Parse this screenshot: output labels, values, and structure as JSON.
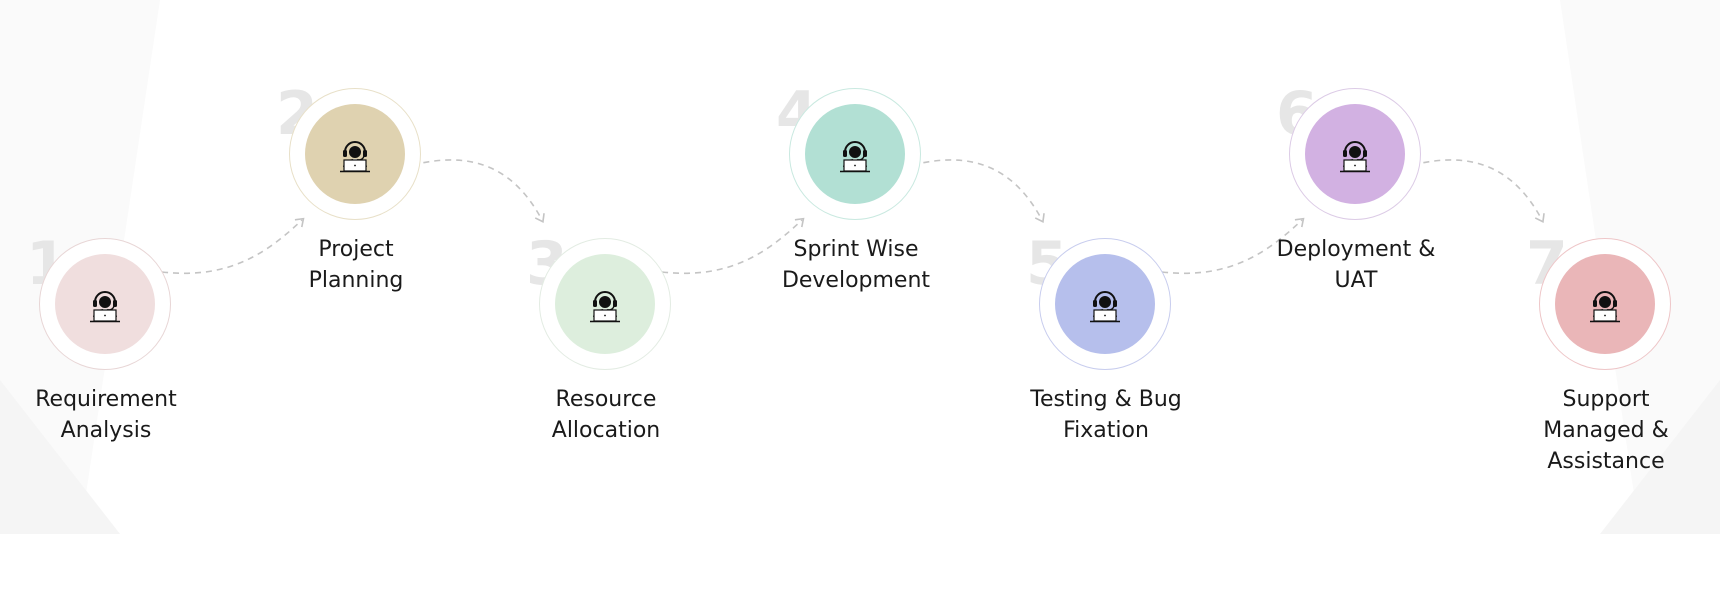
{
  "steps": [
    {
      "number": "1",
      "title": [
        "Requirement",
        "Analysis"
      ],
      "color": "#f0dede",
      "ring": "#e8d6d6",
      "icon": "headset-agent-icon"
    },
    {
      "number": "2",
      "title": [
        "Project",
        "Planning"
      ],
      "color": "#dfd2b0",
      "ring": "#e8e0c8",
      "icon": "headset-agent-icon"
    },
    {
      "number": "3",
      "title": [
        "Resource",
        "Allocation"
      ],
      "color": "#ddeedd",
      "ring": "#e3ece3",
      "icon": "headset-agent-icon"
    },
    {
      "number": "4",
      "title": [
        "Sprint Wise",
        "Development"
      ],
      "color": "#b2e0d4",
      "ring": "#c9e9e0",
      "icon": "headset-agent-icon"
    },
    {
      "number": "5",
      "title": [
        "Testing & Bug",
        "Fixation"
      ],
      "color": "#b6bfec",
      "ring": "#c8cdee",
      "icon": "headset-agent-icon"
    },
    {
      "number": "6",
      "title": [
        "Deployment &",
        "UAT"
      ],
      "color": "#d2b1e2",
      "ring": "#dccbe6",
      "icon": "headset-agent-icon"
    },
    {
      "number": "7",
      "title": [
        "Support",
        "Managed &",
        "Assistance"
      ],
      "color": "#eab6b8",
      "ring": "#eec6c8",
      "icon": "headset-agent-icon"
    }
  ]
}
